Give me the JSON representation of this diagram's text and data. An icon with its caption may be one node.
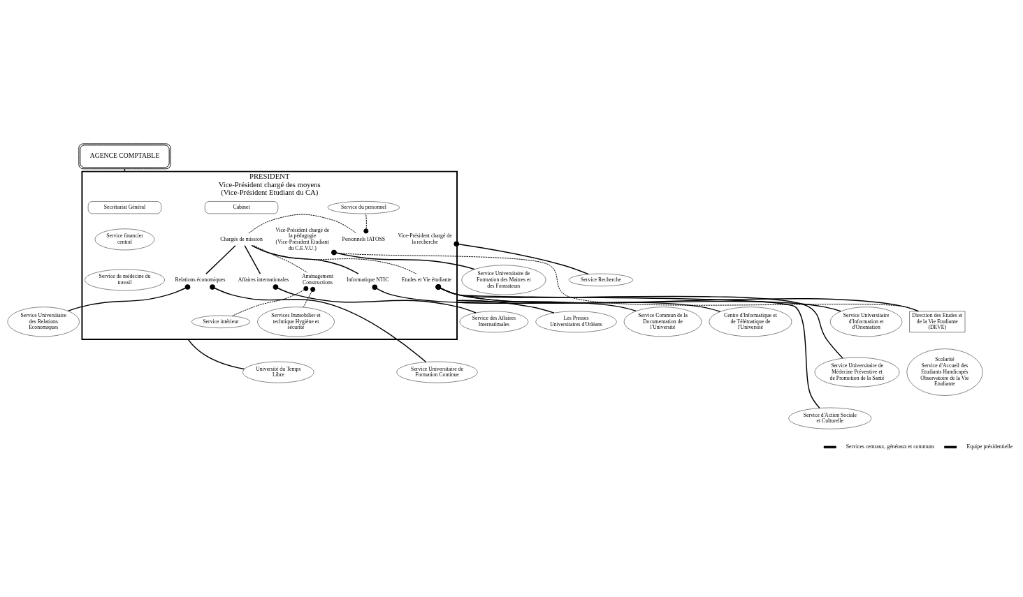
{
  "diagram": {
    "nodes": [
      {
        "text": [
          "AGENCE COMPTABLE"
        ]
      },
      {
        "text": [
          "PRESIDENT",
          "Vice-Président chargé des moyens (Vice-Président Etudiant du CA)"
        ]
      },
      {
        "text": [
          "Secrétariat Général"
        ],
        "in": 1
      },
      {
        "text": [
          "Service financier central"
        ],
        "in": 1
      },
      {
        "text": [
          "Service du personnel"
        ],
        "in": 1
      },
      {
        "text": [
          "Service de médecine du travail"
        ],
        "in": 1
      },
      {
        "text": [
          "Services Immobilier et technique Hygiène et sécurité"
        ],
        "in": 1
      },
      {
        "text": [
          "Service intérieur"
        ],
        "in": 1
      },
      {
        "text": [
          "Cabinet"
        ],
        "in": 1
      },
      {
        "text": [
          "Chargés de mission"
        ],
        "in": 1
      },
      {
        "text": [
          "Personnels IATOSS"
        ],
        "in": 1
      },
      {
        "text": [
          "Aménagement Constructions"
        ],
        "in": 1
      },
      {
        "text": [
          "Informatique NTIC"
        ],
        "in": 1
      },
      {
        "text": [
          "Affaires internationales"
        ],
        "in": 1
      },
      {
        "text": [
          "Relations économiques"
        ],
        "in": 1
      },
      {
        "text": [
          "Etudes et Vie étudiante"
        ],
        "in": 1
      },
      {
        "text": [
          "Vice-Président chargé de la pédagogie",
          "(Vice-Président Etudiant du C.E.V.U.)"
        ],
        "in": 1
      },
      {
        "text": [
          "Vice-Président chargé de la recherche"
        ],
        "in": 1
      },
      {
        "text": [
          "Service Universitaire de Formation des Maitres et des Formateurs"
        ]
      },
      {
        "text": [
          "Service Recherche"
        ]
      },
      {
        "text": [
          "Centre d'Informatique et de Télématique de l'Université"
        ]
      },
      {
        "text": [
          "Service des Affaires Internatimales"
        ]
      },
      {
        "text": [
          "Université du Temps Libre"
        ]
      },
      {
        "text": [
          "Les Presses Universitaires d'Orléans"
        ]
      },
      {
        "text": [
          "Service Commun de la Documentation de l'Université"
        ]
      },
      {
        "text": [
          "Direction des Etudes et de la Vie Etudiante (DEVE)"
        ]
      },
      {
        "text": [
          "Scolarité",
          "Service d'Accueil des Etudiants Handicapés",
          "Observatoire de la Vie Etudiante"
        ]
      },
      {
        "text": [
          "Service Universitaire d'Information et d'Orientation"
        ]
      },
      {
        "text": [
          "Service Universitaire de Médecine Préventive et de Promotion de la Santé"
        ]
      },
      {
        "text": [
          "Service d'Action Sociale et Culturelle"
        ]
      },
      {
        "text": [
          "Service Universitaire de Formation Continue"
        ]
      },
      {
        "text": [
          "Service Universitaire des Relations Economiques"
        ]
      }
    ],
    "edges": [
      {
        "from": 0,
        "to": 1,
        "arrow": "none"
      },
      {
        "from": 10,
        "to": 4,
        "arrow": "other",
        "style": "dashed"
      },
      {
        "from": 11,
        "to": 6,
        "arrow": "other",
        "style": "dashed"
      },
      {
        "from": 11,
        "to": 7,
        "arrow": "other",
        "style": "dashed"
      },
      {
        "from": 9,
        "to": 10,
        "arrow": "none",
        "style": "dashed"
      },
      {
        "from": 9,
        "to": 11,
        "arrow": "none",
        "style": "dashed"
      },
      {
        "from": 9,
        "to": 12,
        "arrow": "none"
      },
      {
        "from": 9,
        "to": 13,
        "arrow": "none"
      },
      {
        "from": 9,
        "to": 14,
        "arrow": "none"
      },
      {
        "from": 9,
        "to": 15,
        "arrow": "none",
        "style": "dashed"
      },
      {
        "from": 12,
        "to": 20,
        "arrow": "other"
      },
      {
        "from": 13,
        "to": 21,
        "arrow": "other"
      },
      {
        "from": 14,
        "to": 30,
        "arrow": "other"
      },
      {
        "from": 14,
        "to": 31,
        "arrow": "other"
      },
      {
        "from": 15,
        "to": 25,
        "arrow": "other"
      },
      {
        "from": 15,
        "to": 27,
        "arrow": "other"
      },
      {
        "from": 15,
        "to": 28,
        "arrow": "other"
      },
      {
        "from": 15,
        "to": 29,
        "arrow": "other"
      },
      {
        "from": 16,
        "to": 25,
        "arrow": "other",
        "style": "dashed"
      },
      {
        "from": 16,
        "to": 18,
        "arrow": "other"
      },
      {
        "from": 17,
        "to": 19,
        "arrow": "other"
      },
      {
        "from": 1,
        "to": 22,
        "arrow": "none"
      },
      {
        "from": 1,
        "to": 23,
        "arrow": "none"
      },
      {
        "from": 1,
        "to": 24,
        "arrow": "none"
      }
    ],
    "legend": [
      {
        "text": "Services centraux, généraux et communs"
      },
      {
        "text": "Equipe présidentielle"
      }
    ]
  }
}
